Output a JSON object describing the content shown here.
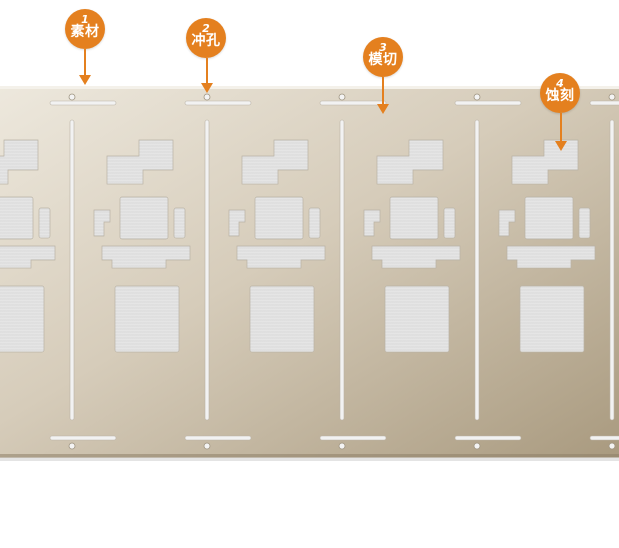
{
  "steps": [
    {
      "number": "1",
      "label": "素材",
      "icon": "step-badge-1"
    },
    {
      "number": "2",
      "label": "冲孔",
      "icon": "step-badge-2"
    },
    {
      "number": "3",
      "label": "模切",
      "icon": "step-badge-3"
    },
    {
      "number": "4",
      "label": "蚀刻",
      "icon": "step-badge-4"
    }
  ],
  "colors": {
    "accent": "#e4801f",
    "plate_light": "#e8e2d6",
    "plate_dark": "#a89a80",
    "cutout": "#e6e6e6"
  }
}
